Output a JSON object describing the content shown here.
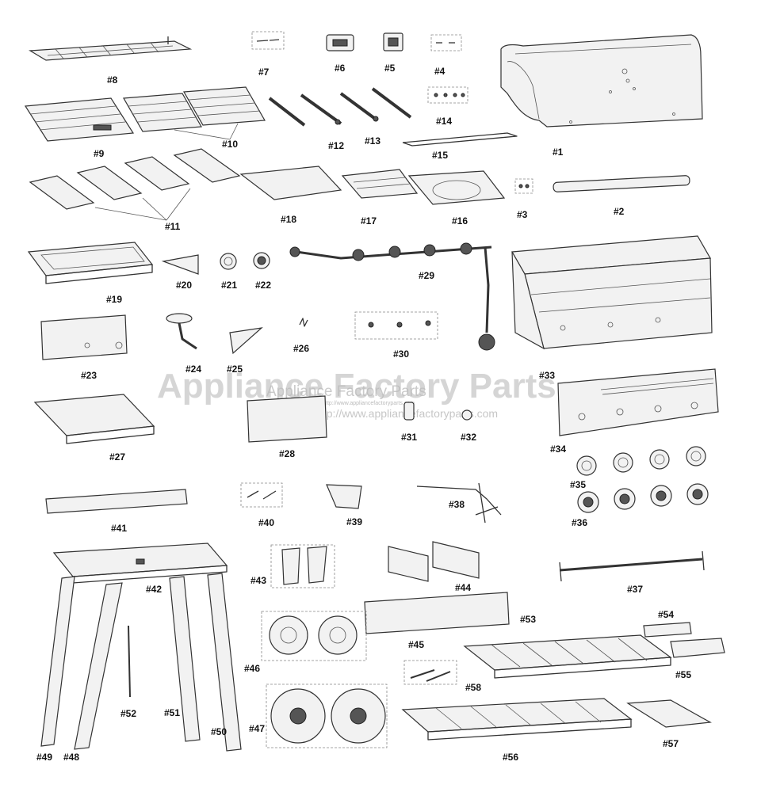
{
  "labels": {
    "p1": "#1",
    "p2": "#2",
    "p3": "#3",
    "p4": "#4",
    "p5": "#5",
    "p6": "#6",
    "p7": "#7",
    "p8": "#8",
    "p9": "#9",
    "p10": "#10",
    "p11": "#11",
    "p12": "#12",
    "p13": "#13",
    "p14": "#14",
    "p15": "#15",
    "p16": "#16",
    "p17": "#17",
    "p18": "#18",
    "p19": "#19",
    "p20": "#20",
    "p21": "#21",
    "p22": "#22",
    "p23": "#23",
    "p24": "#24",
    "p25": "#25",
    "p26": "#26",
    "p27": "#27",
    "p28": "#28",
    "p29": "#29",
    "p30": "#30",
    "p31": "#31",
    "p32": "#32",
    "p33": "#33",
    "p34": "#34",
    "p35": "#35",
    "p36": "#36",
    "p37": "#37",
    "p38": "#38",
    "p39": "#39",
    "p40": "#40",
    "p41": "#41",
    "p42": "#42",
    "p43": "#43",
    "p44": "#44",
    "p45": "#45",
    "p46": "#46",
    "p47": "#47",
    "p48": "#48",
    "p49": "#49",
    "p50": "#50",
    "p51": "#51",
    "p52": "#52",
    "p53": "#53",
    "p54": "#54",
    "p55": "#55",
    "p56": "#56",
    "p57": "#57",
    "p58": "#58"
  },
  "watermark": {
    "big": "Appliance Factory Parts",
    "mid": "Appliance Factory Parts",
    "small": "© http://www.appliancefactoryparts.com",
    "url": "© http://www.appliancefactoryparts.com"
  },
  "colors": {
    "line": "#333333",
    "watermark": "#c8c8c8"
  }
}
